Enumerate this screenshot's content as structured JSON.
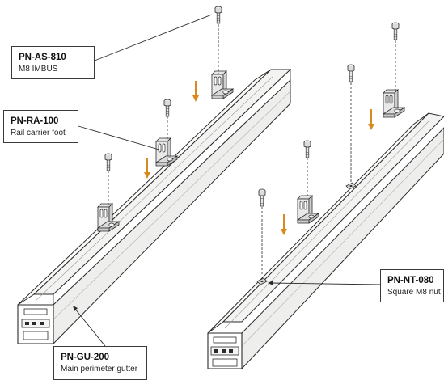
{
  "callouts": {
    "as810": {
      "code": "PN-AS-810",
      "description": "M8 IMBUS"
    },
    "ra100": {
      "code": "PN-RA-100",
      "description": "Rail carrier foot"
    },
    "nt080": {
      "code": "PN-NT-080",
      "description": "Square M8 nut"
    },
    "gu200": {
      "code": "PN-GU-200",
      "description": "Main perimeter gutter"
    }
  },
  "colors": {
    "line": "#2b2b2b",
    "rail_fill": "#f6f6f4",
    "metal_fill": "#e2e2e2",
    "arrow": "#d98a1e"
  }
}
